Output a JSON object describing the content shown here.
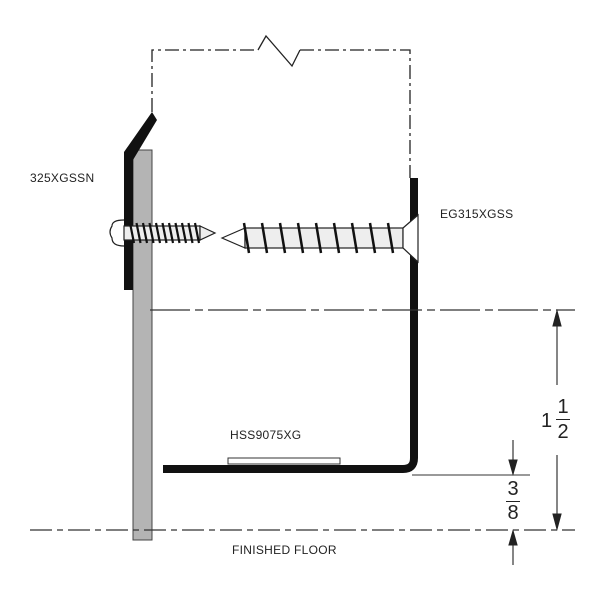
{
  "labels": {
    "fastener_left": "325XGSSN",
    "fastener_right": "EG315XGSS",
    "strip": "HSS9075XG",
    "floor": "FINISHED FLOOR"
  },
  "dimensions": {
    "overall": {
      "whole": "1",
      "numerator": "1",
      "denominator": "2"
    },
    "gap": {
      "numerator": "3",
      "denominator": "8"
    }
  },
  "colors": {
    "line": "#111111",
    "panel": "#b4b4b4"
  }
}
